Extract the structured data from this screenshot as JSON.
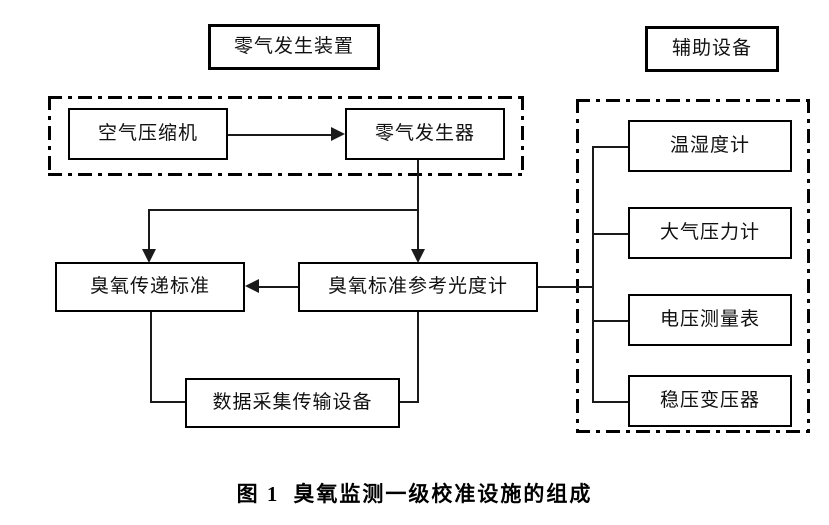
{
  "figure": {
    "caption_label": "图 1",
    "caption_title": "臭氧监测一级校准设施的组成"
  },
  "groups": {
    "zero_air": {
      "header_label": "零气发生装置",
      "boxes": [
        {
          "label": "空气压缩机"
        },
        {
          "label": "零气发生器"
        }
      ]
    },
    "auxiliary": {
      "header_label": "辅助设备",
      "boxes": [
        {
          "label": "温湿度计"
        },
        {
          "label": "大气压力计"
        },
        {
          "label": "电压测量表"
        },
        {
          "label": "稳压变压器"
        }
      ]
    }
  },
  "core": {
    "transfer_standard": "臭氧传递标准",
    "reference_photometer": "臭氧标准参考光度计",
    "data_acquisition": "数据采集传输设备"
  },
  "colors": {
    "line": "#1a1a1a",
    "box_border": "#000000",
    "background": "#ffffff",
    "text": "#111111"
  }
}
